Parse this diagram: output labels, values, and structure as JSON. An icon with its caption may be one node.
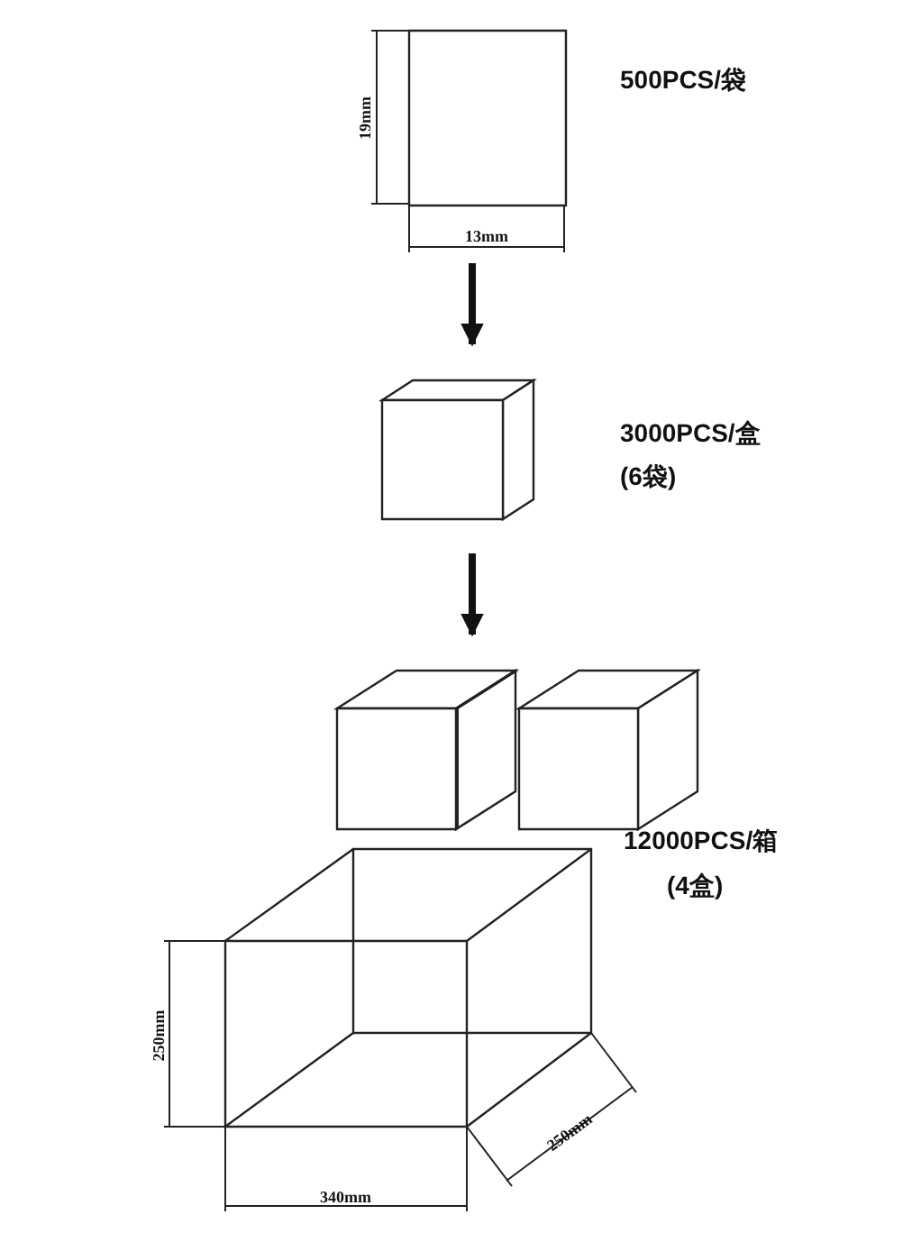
{
  "diagram": {
    "nodes": [
      {
        "text": [],
        "shape": "box",
        "beside": [
          "500PCS/袋"
        ]
      },
      {
        "text": [],
        "shape": "box",
        "beside": [
          "3000PCS/盒",
          "(6袋)"
        ]
      },
      {
        "text": [],
        "shape": "box",
        "beside": [
          "12000PCS/箱",
          "(4盒)"
        ]
      },
      {
        "text": [],
        "shape": "box"
      }
    ],
    "edges": [
      {
        "from": 0,
        "to": 1,
        "arrow": "to"
      },
      {
        "from": 1,
        "to": 2,
        "arrow": "to"
      }
    ],
    "labels": [
      "19mm",
      "13mm",
      "250mm",
      "340mm",
      "250mm"
    ]
  }
}
